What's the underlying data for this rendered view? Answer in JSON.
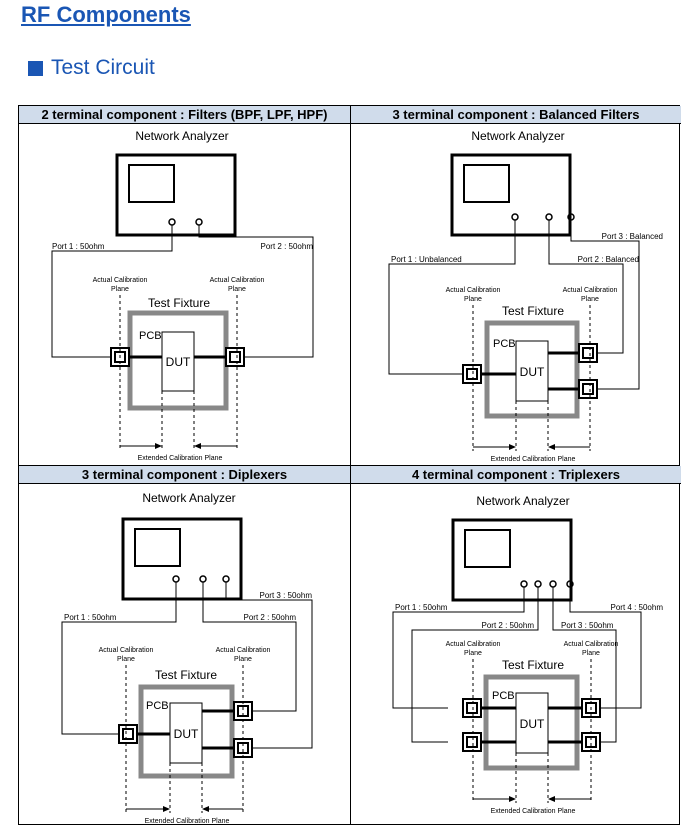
{
  "page_title": "RF Components",
  "section_title": "Test Circuit",
  "colors": {
    "accent": "#1a56b4",
    "header_bg": "#d0dceb",
    "fixture": "#888888"
  },
  "common": {
    "analyzer": "Network Analyzer",
    "fixture": "Test Fixture",
    "pcb": "PCB",
    "dut": "DUT",
    "cal_line1": "Actual Calibration",
    "cal_line2": "Plane",
    "extended": "Extended Calibration Plane"
  },
  "panels": [
    {
      "title": "2 terminal component : Filters (BPF, LPF, HPF)",
      "ports": [
        "Port 1 : 50ohm",
        "Port 2 : 50ohm"
      ]
    },
    {
      "title": "3 terminal component : Balanced Filters",
      "ports": [
        "Port 1 : Unbalanced",
        "Port 2 : Balanced",
        "Port 3 : Balanced"
      ]
    },
    {
      "title": "3 terminal component : Diplexers",
      "ports": [
        "Port 1 : 50ohm",
        "Port 2 : 50ohm",
        "Port 3 : 50ohm"
      ]
    },
    {
      "title": "4 terminal component : Triplexers",
      "ports": [
        "Port 1 : 50ohm",
        "Port 2 : 50ohm",
        "Port 3 : 50ohm",
        "Port 4 : 50ohm"
      ]
    }
  ]
}
